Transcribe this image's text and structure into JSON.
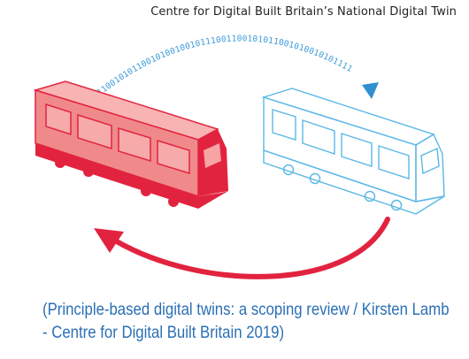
{
  "header": {
    "title": "Centre for Digital Built Britain’s National Digital Twin"
  },
  "diagram": {
    "binary_stream": "01100101011001010010010111001100101011001010010101111",
    "physical_asset": "red-train-icon",
    "digital_twin": "blue-outline-train-icon",
    "feedback": "red-return-arrow",
    "data_flow": "blue-binary-arrow",
    "colors": {
      "physical_fill": "#f08a8a",
      "physical_stroke": "#e2233f",
      "digital_stroke": "#5ab8e6",
      "arrow_red": "#e2233f",
      "binary_blue": "#3a9ad9"
    }
  },
  "caption": {
    "line1": "(Principle-based digital twins: a scoping review / Kirsten Lamb",
    "line2": "- Centre for Digital Built Britain 2019)"
  }
}
